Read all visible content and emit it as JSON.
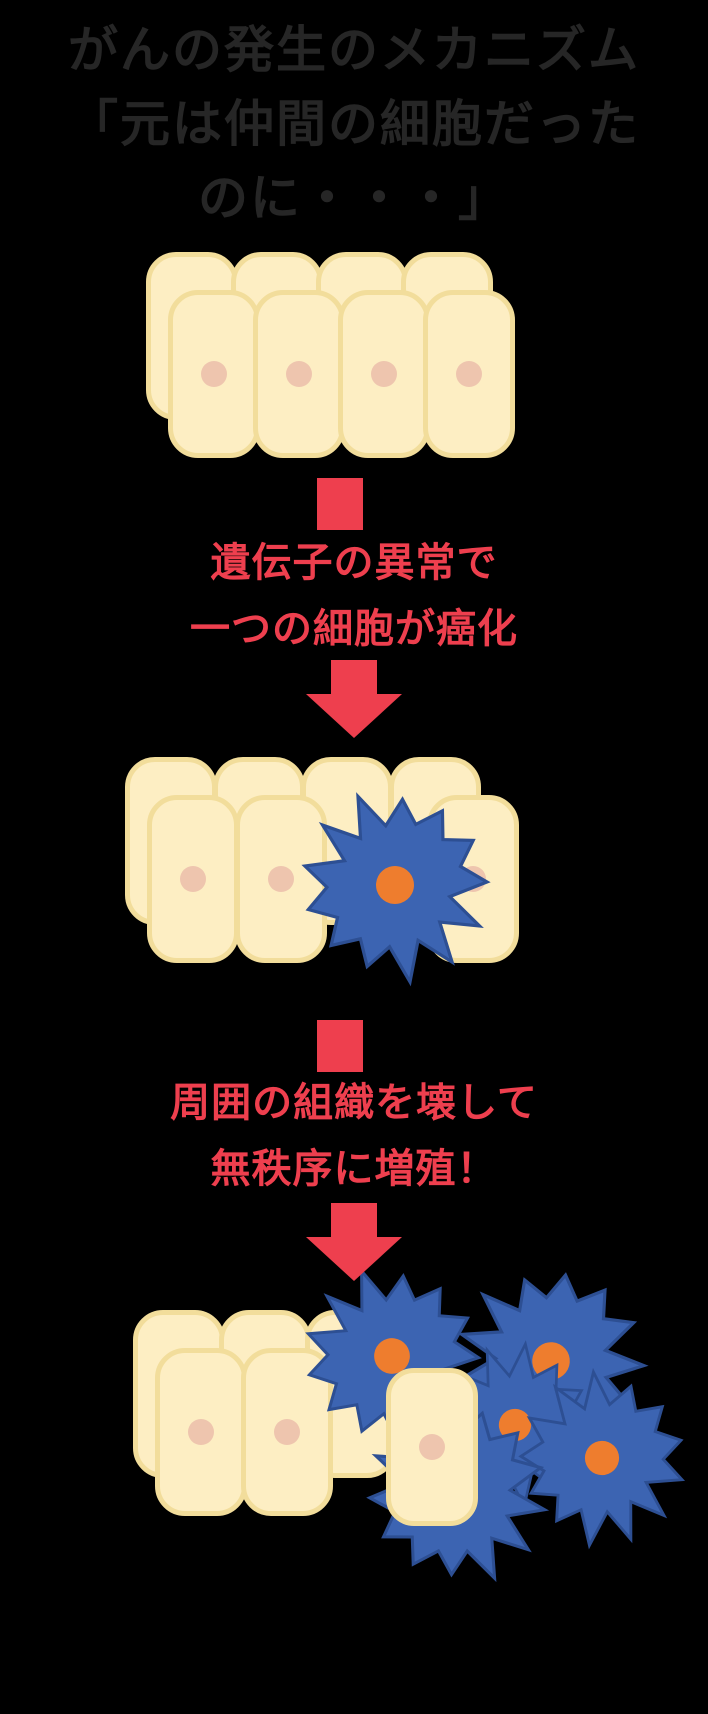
{
  "title": {
    "line1": "がんの発生のメカニズム",
    "line2": "「元は仲間の細胞だった",
    "line3": "のに・・・」"
  },
  "steps": {
    "step1": {
      "line1": "遺伝子の異常で",
      "line2": "一つの細胞が癌化"
    },
    "step2": {
      "line1": "周囲の組織を壊して",
      "line2": "無秩序に増殖！"
    }
  },
  "colors": {
    "background": "#000000",
    "title_text": "#262626",
    "accent_red": "#ee3f4e",
    "cell_fill": "#fdeec3",
    "cell_border": "#f2dd9b",
    "nucleus": "#eec5ae",
    "cancer_fill": "#3c64b2",
    "cancer_border": "#2d4f93",
    "cancer_nucleus": "#ee7d2e"
  }
}
